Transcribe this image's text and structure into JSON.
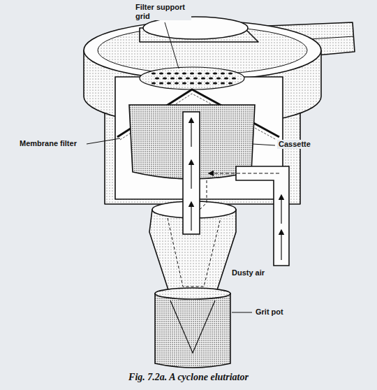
{
  "diagram": {
    "caption": "Fig. 7.2a. A cyclone elutriator",
    "labels": [
      "Filter support grid",
      "Membrane filter",
      "Cassette",
      "Dusty air",
      "Grit pot"
    ]
  }
}
